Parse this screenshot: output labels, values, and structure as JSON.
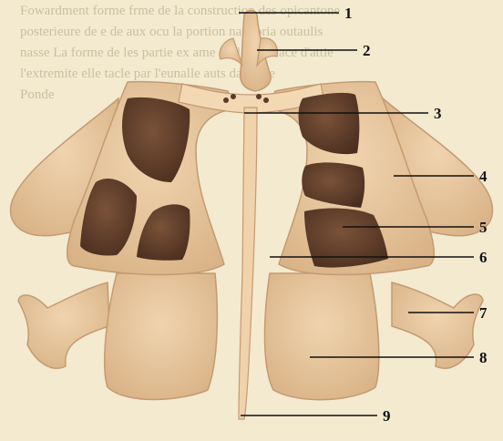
{
  "background_text": [
    "Fowardment forme frme de la construction des opicantone",
    "posterieure de e de aux ocu la portion nate pria outaulis",
    "nasse La forme de les partie ex ame mi la sa to ace d'attie",
    "l'extremite elle tacle par l'eunalle auts dant uae",
    "Ponde"
  ],
  "labels": [
    "1",
    "2",
    "3",
    "4",
    "5",
    "6",
    "7",
    "8",
    "9"
  ],
  "colors": {
    "bone": "#e9c9a1",
    "bone_edge": "#c49a72",
    "sinus_cavity": "#5a3a2a",
    "background": "#f3ead0"
  }
}
